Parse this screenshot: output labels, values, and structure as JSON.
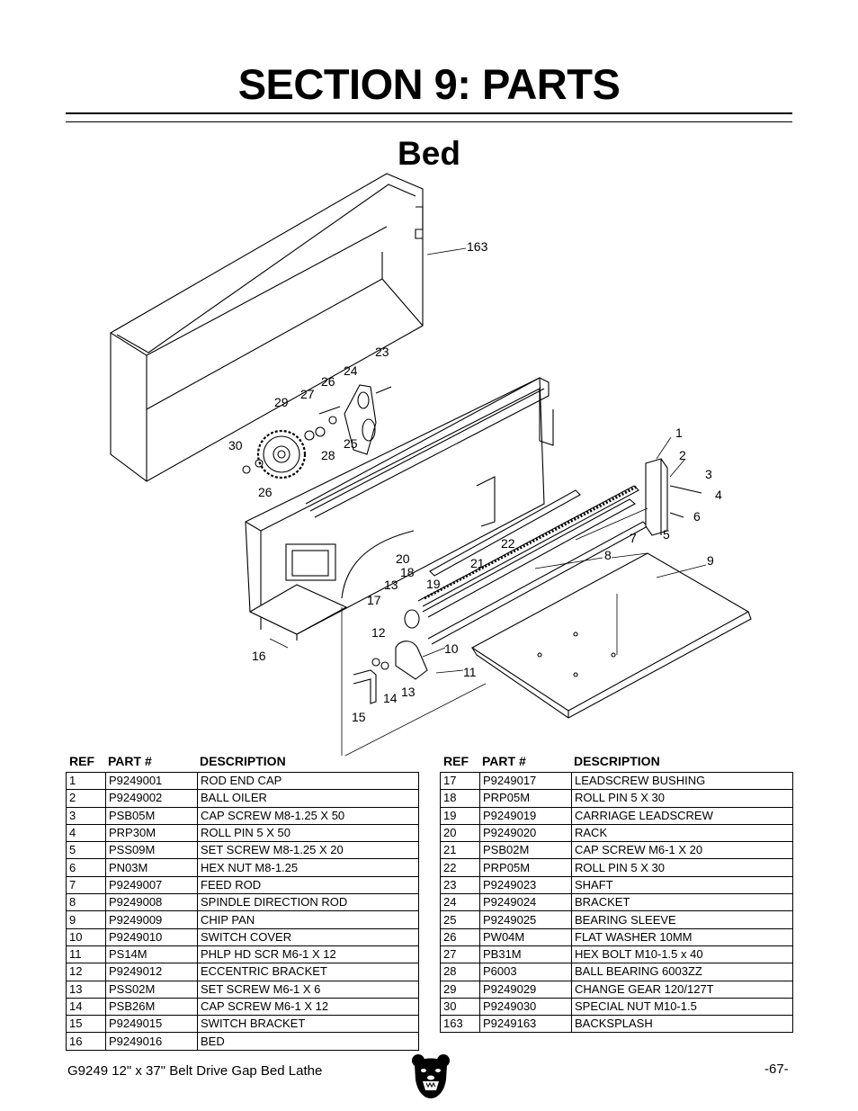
{
  "page": {
    "title": "SECTION 9: PARTS",
    "subtitle": "Bed",
    "footer_model": "G9249  12\" x 37\" Belt Drive Gap Bed Lathe",
    "page_number": "-67-"
  },
  "diagram": {
    "callouts": [
      "163",
      "23",
      "24",
      "26",
      "27",
      "29",
      "30",
      "26",
      "28",
      "25",
      "1",
      "2",
      "3",
      "4",
      "6",
      "5",
      "7",
      "8",
      "9",
      "22",
      "21",
      "20",
      "18",
      "13",
      "19",
      "17",
      "12",
      "10",
      "11",
      "13",
      "14",
      "15",
      "16"
    ]
  },
  "table_headers": {
    "ref": "REF",
    "part": "PART #",
    "desc": "DESCRIPTION"
  },
  "parts_left": [
    {
      "ref": "1",
      "part": "P9249001",
      "desc": "ROD END CAP"
    },
    {
      "ref": "2",
      "part": "P9249002",
      "desc": "BALL OILER"
    },
    {
      "ref": "3",
      "part": "PSB05M",
      "desc": "CAP SCREW M8-1.25 X 50"
    },
    {
      "ref": "4",
      "part": "PRP30M",
      "desc": "ROLL PIN 5 X 50"
    },
    {
      "ref": "5",
      "part": "PSS09M",
      "desc": "SET SCREW M8-1.25 X 20"
    },
    {
      "ref": "6",
      "part": "PN03M",
      "desc": "HEX NUT M8-1.25"
    },
    {
      "ref": "7",
      "part": "P9249007",
      "desc": "FEED ROD"
    },
    {
      "ref": "8",
      "part": "P9249008",
      "desc": "SPINDLE DIRECTION ROD"
    },
    {
      "ref": "9",
      "part": "P9249009",
      "desc": "CHIP PAN"
    },
    {
      "ref": "10",
      "part": "P9249010",
      "desc": "SWITCH COVER"
    },
    {
      "ref": "11",
      "part": "PS14M",
      "desc": "PHLP HD SCR M6-1 X 12"
    },
    {
      "ref": "12",
      "part": "P9249012",
      "desc": "ECCENTRIC BRACKET"
    },
    {
      "ref": "13",
      "part": "PSS02M",
      "desc": "SET SCREW M6-1 X 6"
    },
    {
      "ref": "14",
      "part": "PSB26M",
      "desc": "CAP SCREW M6-1 X 12"
    },
    {
      "ref": "15",
      "part": "P9249015",
      "desc": "SWITCH BRACKET"
    },
    {
      "ref": "16",
      "part": "P9249016",
      "desc": "BED"
    }
  ],
  "parts_right": [
    {
      "ref": "17",
      "part": "P9249017",
      "desc": "LEADSCREW BUSHING"
    },
    {
      "ref": "18",
      "part": "PRP05M",
      "desc": "ROLL PIN 5 X 30"
    },
    {
      "ref": "19",
      "part": "P9249019",
      "desc": "CARRIAGE LEADSCREW"
    },
    {
      "ref": "20",
      "part": "P9249020",
      "desc": "RACK"
    },
    {
      "ref": "21",
      "part": "PSB02M",
      "desc": "CAP SCREW M6-1 X 20"
    },
    {
      "ref": "22",
      "part": "PRP05M",
      "desc": "ROLL PIN 5 X 30"
    },
    {
      "ref": "23",
      "part": "P9249023",
      "desc": "SHAFT"
    },
    {
      "ref": "24",
      "part": "P9249024",
      "desc": "BRACKET"
    },
    {
      "ref": "25",
      "part": "P9249025",
      "desc": "BEARING SLEEVE"
    },
    {
      "ref": "26",
      "part": "PW04M",
      "desc": "FLAT WASHER 10MM"
    },
    {
      "ref": "27",
      "part": "PB31M",
      "desc": "HEX BOLT M10-1.5 x 40"
    },
    {
      "ref": "28",
      "part": "P6003",
      "desc": "BALL BEARING 6003ZZ"
    },
    {
      "ref": "29",
      "part": "P9249029",
      "desc": "CHANGE GEAR 120/127T"
    },
    {
      "ref": "30",
      "part": "P9249030",
      "desc": "SPECIAL NUT M10-1.5"
    },
    {
      "ref": "163",
      "part": "P9249163",
      "desc": "BACKSPLASH"
    }
  ]
}
